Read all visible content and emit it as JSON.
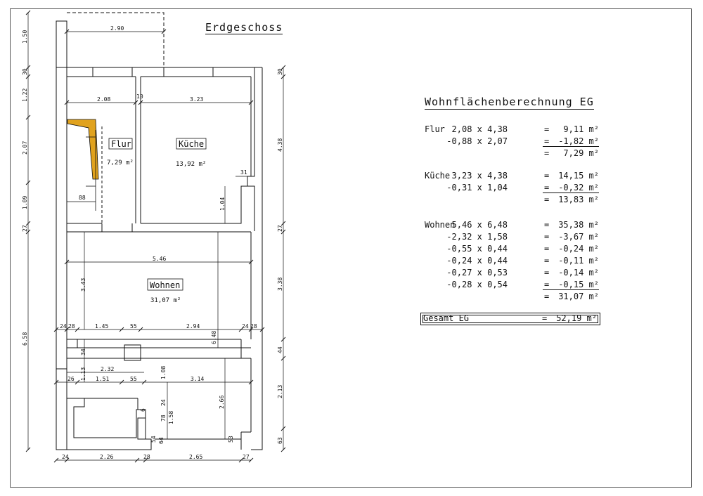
{
  "floor_title": "Erdgeschoss",
  "calc_title": "Wohnflächenberechnung EG",
  "rooms": {
    "flur": {
      "label": "Flur",
      "area": "7,29 m²"
    },
    "kueche": {
      "label": "Küche",
      "area": "13,92 m²"
    },
    "wohnen": {
      "label": "Wohnen",
      "area": "31,07 m²"
    }
  },
  "dimensions": {
    "top_balcony": "2.90",
    "flur_width": "2.08",
    "wall_10": "10",
    "kueche_width": "3.23",
    "kueche_notch": "31",
    "kueche_depth": "1.04",
    "stair_88": "88",
    "wohnen_width": "5.46",
    "wohnen_height": "3.43",
    "wohnen_full": "6.48",
    "row_24a": "24",
    "row_28a": "28",
    "row_145": "1.45",
    "row_55a": "55",
    "row_294": "2.94",
    "row_24b": "24",
    "row_28b": "28",
    "w_232": "2.32",
    "w_34": "34",
    "w_26": "26",
    "w_151": "1.51",
    "w_55b": "55",
    "w_108": "1.08",
    "w_314": "3.14",
    "w_113": "1.13",
    "w_24c": "24",
    "w_78": "78",
    "w_158": "1.58",
    "w_266": "2.66",
    "w_54": "54",
    "w_64": "64",
    "w_53": "53",
    "w_6": "6",
    "bot_24": "24",
    "bot_226": "2.26",
    "bot_28": "28",
    "bot_265": "2.65",
    "bot_27": "27",
    "left_150": "1.50",
    "left_30": "30",
    "left_122": "1.22",
    "left_207": "2.07",
    "left_109": "1.09",
    "left_27": "27",
    "left_658": "6.58",
    "right_30": "30",
    "right_438": "4.38",
    "right_27": "27",
    "right_338": "3.38",
    "right_44": "44",
    "right_213": "2.13",
    "right_63": "63"
  },
  "calculation": {
    "flur": {
      "label": "Flur",
      "lines": [
        {
          "expr": "2,08 x 4,38",
          "eq": "=",
          "res": "9,11 m²"
        },
        {
          "expr": "-0,88 x 2,07",
          "eq": "=",
          "res": "-1,82 m²"
        },
        {
          "expr": "",
          "eq": "=",
          "res": "7,29 m²"
        }
      ]
    },
    "kueche": {
      "label": "Küche",
      "lines": [
        {
          "expr": "3,23 x 4,38",
          "eq": "=",
          "res": "14,15 m²"
        },
        {
          "expr": "-0,31 x 1,04",
          "eq": "=",
          "res": "-0,32 m²"
        },
        {
          "expr": "",
          "eq": "=",
          "res": "13,83 m²"
        }
      ]
    },
    "wohnen": {
      "label": "Wohnen",
      "lines": [
        {
          "expr": "5,46 x 6,48",
          "eq": "=",
          "res": "35,38 m²"
        },
        {
          "expr": "-2,32 x 1,58",
          "eq": "=",
          "res": "-3,67 m²"
        },
        {
          "expr": "-0,55 x 0,44",
          "eq": "=",
          "res": "-0,24 m²"
        },
        {
          "expr": "-0,24 x 0,44",
          "eq": "=",
          "res": "-0,11 m²"
        },
        {
          "expr": "-0,27 x 0,53",
          "eq": "=",
          "res": "-0,14 m²"
        },
        {
          "expr": "-0,28 x 0,54",
          "eq": "=",
          "res": "-0,15 m²"
        },
        {
          "expr": "",
          "eq": "=",
          "res": "31,07 m²"
        }
      ]
    },
    "total": {
      "label": "Gesamt EG",
      "eq": "=",
      "res": "52,19 m²"
    }
  },
  "colors": {
    "stair_fill": "#E0A21E",
    "line": "#111111"
  }
}
